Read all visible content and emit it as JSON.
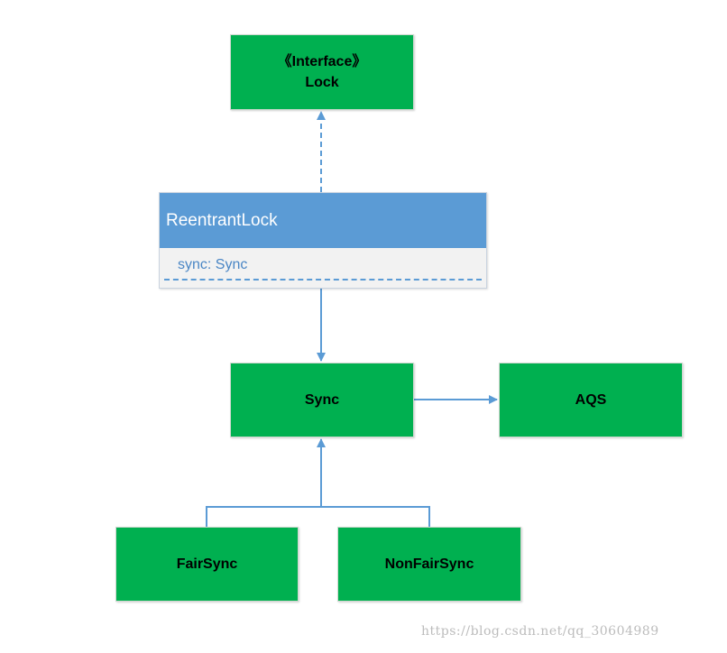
{
  "diagram": {
    "lock": {
      "stereotype": "《Interface》",
      "name": "Lock"
    },
    "reentrant_lock": {
      "name": "ReentrantLock",
      "field": "sync: Sync"
    },
    "sync": {
      "name": "Sync"
    },
    "aqs": {
      "name": "AQS"
    },
    "fair_sync": {
      "name": "FairSync"
    },
    "nonfair_sync": {
      "name": "NonFairSync"
    }
  },
  "colors": {
    "node_green": "#00b050",
    "class_header_blue": "#5b9bd5",
    "connector_blue": "#5b9bd5",
    "class_body_gray": "#f2f2f2"
  },
  "watermark": "https://blog.csdn.net/qq_30604989"
}
